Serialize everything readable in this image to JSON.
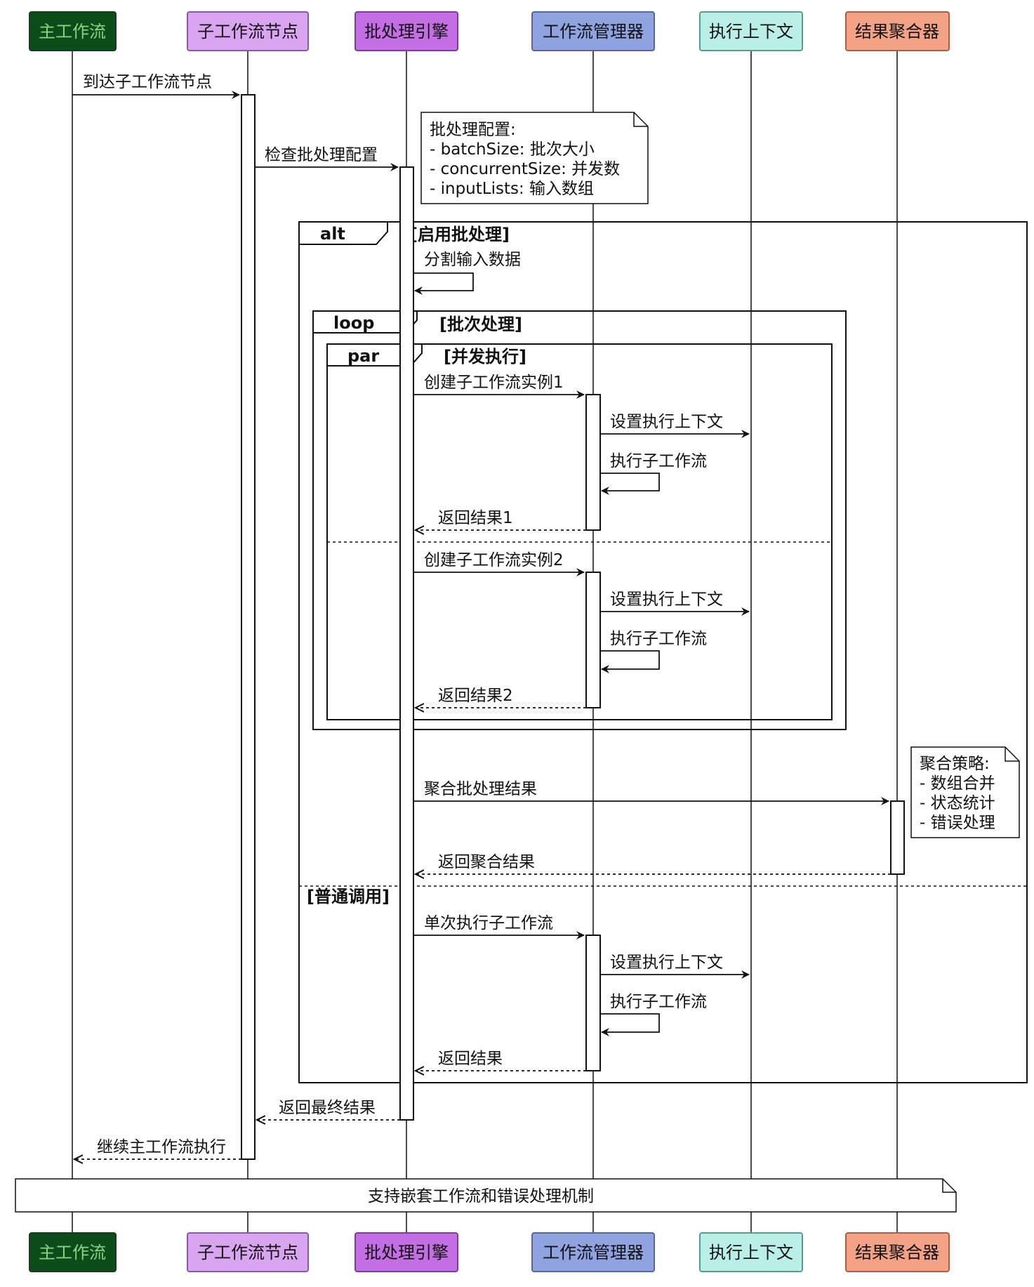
{
  "participants": [
    {
      "id": "main",
      "name": "主工作流",
      "fill": "#0b4d1a",
      "stroke": "#1b3a1e",
      "text": "#8fd17e"
    },
    {
      "id": "node",
      "name": "子工作流节点",
      "fill": "#d9a5f0",
      "stroke": "#8a5aa0",
      "text": "#111111"
    },
    {
      "id": "batch",
      "name": "批处理引擎",
      "fill": "#c46ee5",
      "stroke": "#7d3c96",
      "text": "#111111"
    },
    {
      "id": "mgr",
      "name": "工作流管理器",
      "fill": "#8ea3e0",
      "stroke": "#56659a",
      "text": "#111111"
    },
    {
      "id": "ctx",
      "name": "执行上下文",
      "fill": "#b9efe6",
      "stroke": "#5a9a90",
      "text": "#111111"
    },
    {
      "id": "agg",
      "name": "结果聚合器",
      "fill": "#f4a286",
      "stroke": "#a5604a",
      "text": "#111111"
    }
  ],
  "messages": [
    {
      "id": "m1",
      "from": "main",
      "to": "node",
      "label": "到达子工作流节点",
      "kind": "sync"
    },
    {
      "id": "m2",
      "from": "node",
      "to": "batch",
      "label": "检查批处理配置",
      "kind": "sync"
    },
    {
      "id": "m3",
      "from": "batch",
      "to": "batch",
      "label": "分割输入数据",
      "kind": "self"
    },
    {
      "id": "m4",
      "from": "batch",
      "to": "mgr",
      "label": "创建子工作流实例1",
      "kind": "sync"
    },
    {
      "id": "m5",
      "from": "mgr",
      "to": "ctx",
      "label": "设置执行上下文",
      "kind": "sync"
    },
    {
      "id": "m6",
      "from": "mgr",
      "to": "mgr",
      "label": "执行子工作流",
      "kind": "self"
    },
    {
      "id": "m7",
      "from": "mgr",
      "to": "batch",
      "label": "返回结果1",
      "kind": "return"
    },
    {
      "id": "m8",
      "from": "batch",
      "to": "mgr",
      "label": "创建子工作流实例2",
      "kind": "sync"
    },
    {
      "id": "m9",
      "from": "mgr",
      "to": "ctx",
      "label": "设置执行上下文",
      "kind": "sync"
    },
    {
      "id": "m10",
      "from": "mgr",
      "to": "mgr",
      "label": "执行子工作流",
      "kind": "self"
    },
    {
      "id": "m11",
      "from": "mgr",
      "to": "batch",
      "label": "返回结果2",
      "kind": "return"
    },
    {
      "id": "m12",
      "from": "batch",
      "to": "agg",
      "label": "聚合批处理结果",
      "kind": "sync"
    },
    {
      "id": "m13",
      "from": "agg",
      "to": "batch",
      "label": "返回聚合结果",
      "kind": "return"
    },
    {
      "id": "m14",
      "from": "batch",
      "to": "mgr",
      "label": "单次执行子工作流",
      "kind": "sync"
    },
    {
      "id": "m15",
      "from": "mgr",
      "to": "ctx",
      "label": "设置执行上下文",
      "kind": "sync"
    },
    {
      "id": "m16",
      "from": "mgr",
      "to": "mgr",
      "label": "执行子工作流",
      "kind": "self"
    },
    {
      "id": "m17",
      "from": "mgr",
      "to": "batch",
      "label": "返回结果",
      "kind": "return"
    },
    {
      "id": "m18",
      "from": "batch",
      "to": "node",
      "label": "返回最终结果",
      "kind": "return"
    },
    {
      "id": "m19",
      "from": "node",
      "to": "main",
      "label": "继续主工作流执行",
      "kind": "return"
    }
  ],
  "fragments": {
    "alt": {
      "keyword": "alt",
      "guard": "[启用批处理]",
      "else_guard": "[普通调用]"
    },
    "loop": {
      "keyword": "loop",
      "guard": "[批次处理]"
    },
    "par": {
      "keyword": "par",
      "guard": "[并发执行]"
    }
  },
  "notes": {
    "batch_config": [
      "批处理配置:",
      "- batchSize: 批次大小",
      "- concurrentSize: 并发数",
      "- inputLists: 输入数组"
    ],
    "aggregation": [
      "聚合策略:",
      "- 数组合并",
      "- 状态统计",
      "- 错误处理"
    ],
    "footer": "支持嵌套工作流和错误处理机制"
  },
  "colors": {
    "line": "#111111",
    "background": "#ffffff",
    "note_fill": "#ffffff"
  }
}
